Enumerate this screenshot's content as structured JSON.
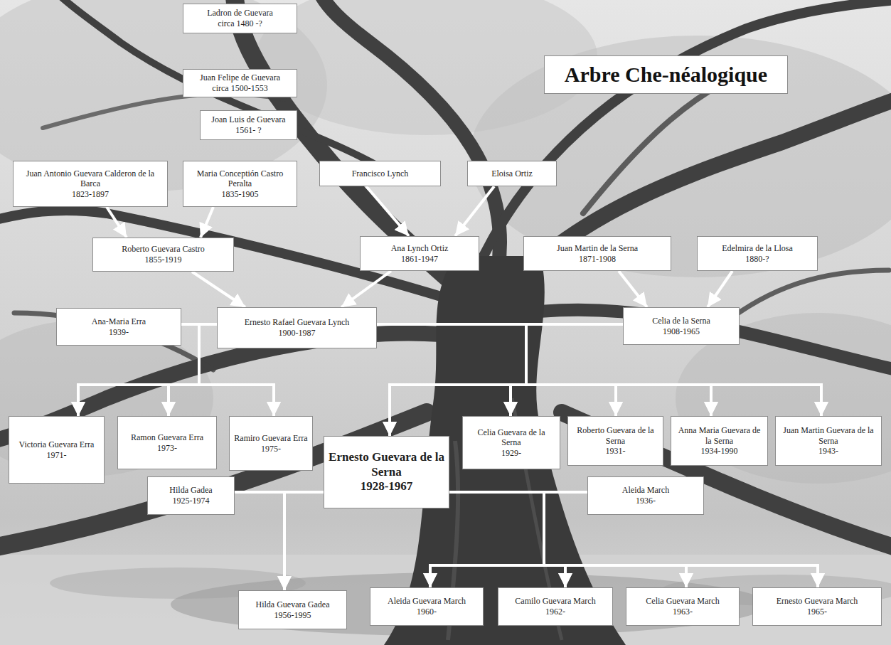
{
  "diagram": {
    "title": "Arbre Che-néalogique",
    "nodes": [
      {
        "text": [
          "Ladron de Guevara",
          "circa 1480 -?"
        ]
      },
      {
        "text": [
          "Juan Felipe de Guevara",
          "circa 1500-1553"
        ]
      },
      {
        "text": [
          "Joan Luis de Guevara",
          "1561- ?"
        ]
      },
      {
        "text": [
          "Juan Antonio Guevara Calderon de la Barca",
          "1823-1897"
        ]
      },
      {
        "text": [
          "Maria Conceptión Castro Peralta",
          "1835-1905"
        ]
      },
      {
        "text": [
          "Francisco Lynch"
        ]
      },
      {
        "text": [
          "Eloisa Ortiz"
        ]
      },
      {
        "text": [
          "Roberto Guevara Castro",
          "1855-1919"
        ]
      },
      {
        "text": [
          "Ana Lynch Ortiz",
          "1861-1947"
        ]
      },
      {
        "text": [
          "Juan Martin de la Serna",
          "1871-1908"
        ]
      },
      {
        "text": [
          "Edelmira de la Llosa",
          "1880-?"
        ]
      },
      {
        "text": [
          "Ana-Maria Erra",
          "1939-"
        ]
      },
      {
        "text": [
          "Ernesto Rafael Guevara Lynch",
          "1900-1987"
        ]
      },
      {
        "text": [
          "Celia de la Serna",
          "1908-1965"
        ]
      },
      {
        "text": [
          "Victoria Guevara Erra",
          "1971-"
        ]
      },
      {
        "text": [
          "Ramon Guevara Erra",
          "1973-"
        ]
      },
      {
        "text": [
          "Ramiro Guevara Erra",
          "1975-"
        ]
      },
      {
        "text": [
          "Ernesto Guevara de la Serna",
          "1928-1967"
        ]
      },
      {
        "text": [
          "Celia Guevara de la Serna",
          "1929-"
        ]
      },
      {
        "text": [
          "Roberto Guevara de la Serna",
          "1931-"
        ]
      },
      {
        "text": [
          "Anna Maria Guevara de la Serna",
          "1934-1990"
        ]
      },
      {
        "text": [
          "Juan Martin Guevara de la Serna",
          "1943-"
        ]
      },
      {
        "text": [
          "Hilda Gadea",
          "1925-1974"
        ]
      },
      {
        "text": [
          "Aleida March",
          "1936-"
        ]
      },
      {
        "text": [
          "Hilda Guevara Gadea",
          "1956-1995"
        ]
      },
      {
        "text": [
          "Aleida Guevara March",
          "1960-"
        ]
      },
      {
        "text": [
          "Camilo Guevara March",
          "1962-"
        ]
      },
      {
        "text": [
          "Celia Guevara March",
          "1963-"
        ]
      },
      {
        "text": [
          "Ernesto Guevara March",
          "1965-"
        ]
      }
    ],
    "edges": [
      {
        "from": 3,
        "to": 7,
        "arrow": "to"
      },
      {
        "from": 4,
        "to": 7,
        "arrow": "to"
      },
      {
        "from": 5,
        "to": 8,
        "arrow": "to"
      },
      {
        "from": 6,
        "to": 8,
        "arrow": "to"
      },
      {
        "from": 7,
        "to": 12,
        "arrow": "to"
      },
      {
        "from": 8,
        "to": 12,
        "arrow": "to"
      },
      {
        "from": 9,
        "to": 13,
        "arrow": "to"
      },
      {
        "from": 10,
        "to": 13,
        "arrow": "to"
      },
      {
        "from": 11,
        "to": 12,
        "arrow": "none"
      },
      {
        "from": 12,
        "to": 13,
        "arrow": "none"
      },
      {
        "from": 11,
        "to": 14,
        "arrow": "to"
      },
      {
        "from": 11,
        "to": 15,
        "arrow": "to"
      },
      {
        "from": 11,
        "to": 16,
        "arrow": "to"
      },
      {
        "from": 12,
        "to": 14,
        "arrow": "to"
      },
      {
        "from": 12,
        "to": 15,
        "arrow": "to"
      },
      {
        "from": 12,
        "to": 16,
        "arrow": "to"
      },
      {
        "from": 12,
        "to": 17,
        "arrow": "to"
      },
      {
        "from": 12,
        "to": 18,
        "arrow": "to"
      },
      {
        "from": 12,
        "to": 19,
        "arrow": "to"
      },
      {
        "from": 12,
        "to": 20,
        "arrow": "to"
      },
      {
        "from": 12,
        "to": 21,
        "arrow": "to"
      },
      {
        "from": 13,
        "to": 17,
        "arrow": "to"
      },
      {
        "from": 13,
        "to": 18,
        "arrow": "to"
      },
      {
        "from": 13,
        "to": 19,
        "arrow": "to"
      },
      {
        "from": 13,
        "to": 20,
        "arrow": "to"
      },
      {
        "from": 13,
        "to": 21,
        "arrow": "to"
      },
      {
        "from": 17,
        "to": 22,
        "arrow": "none"
      },
      {
        "from": 17,
        "to": 23,
        "arrow": "none"
      },
      {
        "from": 22,
        "to": 24,
        "arrow": "to"
      },
      {
        "from": 17,
        "to": 24,
        "arrow": "to"
      },
      {
        "from": 17,
        "to": 25,
        "arrow": "to"
      },
      {
        "from": 17,
        "to": 26,
        "arrow": "to"
      },
      {
        "from": 17,
        "to": 27,
        "arrow": "to"
      },
      {
        "from": 17,
        "to": 28,
        "arrow": "to"
      },
      {
        "from": 23,
        "to": 25,
        "arrow": "to"
      },
      {
        "from": 23,
        "to": 26,
        "arrow": "to"
      },
      {
        "from": 23,
        "to": 27,
        "arrow": "to"
      },
      {
        "from": 23,
        "to": 28,
        "arrow": "to"
      }
    ]
  }
}
